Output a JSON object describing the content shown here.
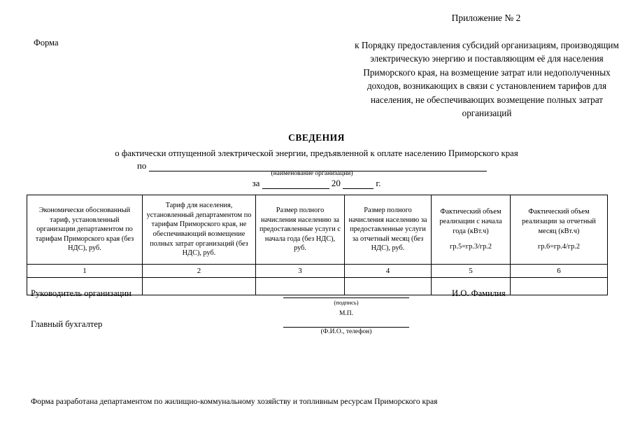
{
  "header": {
    "appendix_number": "Приложение № 2",
    "form_label": "Форма",
    "appendix_body": "к Порядку предоставления субсидий организациям, производящим электрическую энергию и поставляющим её для населения Приморского края, на возмещение затрат или недополученных доходов, возникающих в связи с установлением тарифов для населения, не обеспечивающих возмещение полных затрат организаций"
  },
  "title": {
    "main": "СВЕДЕНИЯ",
    "subtitle": "о фактически отпущенной электрической энергии, предъявленной к оплате населению Приморского края"
  },
  "org_line": {
    "prefix": "по",
    "caption": "(наименование организации)"
  },
  "period_line": {
    "prefix": "за",
    "year_prefix": "20",
    "suffix": "г."
  },
  "table": {
    "headers": [
      "Экономически обоснованный тариф, установленный организации департаментом по тарифам Приморского края (без НДС), руб.",
      "Тариф для населения, установленный департаментом по тарифам Приморского края, не обеспечивающий возмещение полных затрат организаций (без НДС), руб.",
      "Размер полного начисления населению за предоставленные услуги с начала года (без НДС), руб.",
      "Размер полного начисления населению за предоставленные услуги за отчетный месяц (без НДС), руб.",
      "Фактический объем реализации с начала года (кВт.ч)",
      "Фактический объем реализации за отчетный месяц (кВт.ч)"
    ],
    "header_formulas": [
      "",
      "",
      "",
      "",
      "гр.5=гр.3/гр.2",
      "гр.6=гр.4/гр.2"
    ],
    "numbering": [
      "1",
      "2",
      "3",
      "4",
      "5",
      "6"
    ],
    "data_rows": [
      [
        "",
        "",
        "",
        "",
        "",
        ""
      ]
    ]
  },
  "signatures": {
    "role_director": "Руководитель организации",
    "role_accountant": "Главный бухгалтер",
    "name_placeholder": "И.О. Фамилия",
    "caption_signature": "(подпись)",
    "stamp_mark": "М.П.",
    "caption_contact": "(Ф.И.О., телефон)"
  },
  "footer": {
    "note": "Форма разработана департаментом по жилищно-коммунальному хозяйству и топливным ресурсам Приморского края"
  }
}
